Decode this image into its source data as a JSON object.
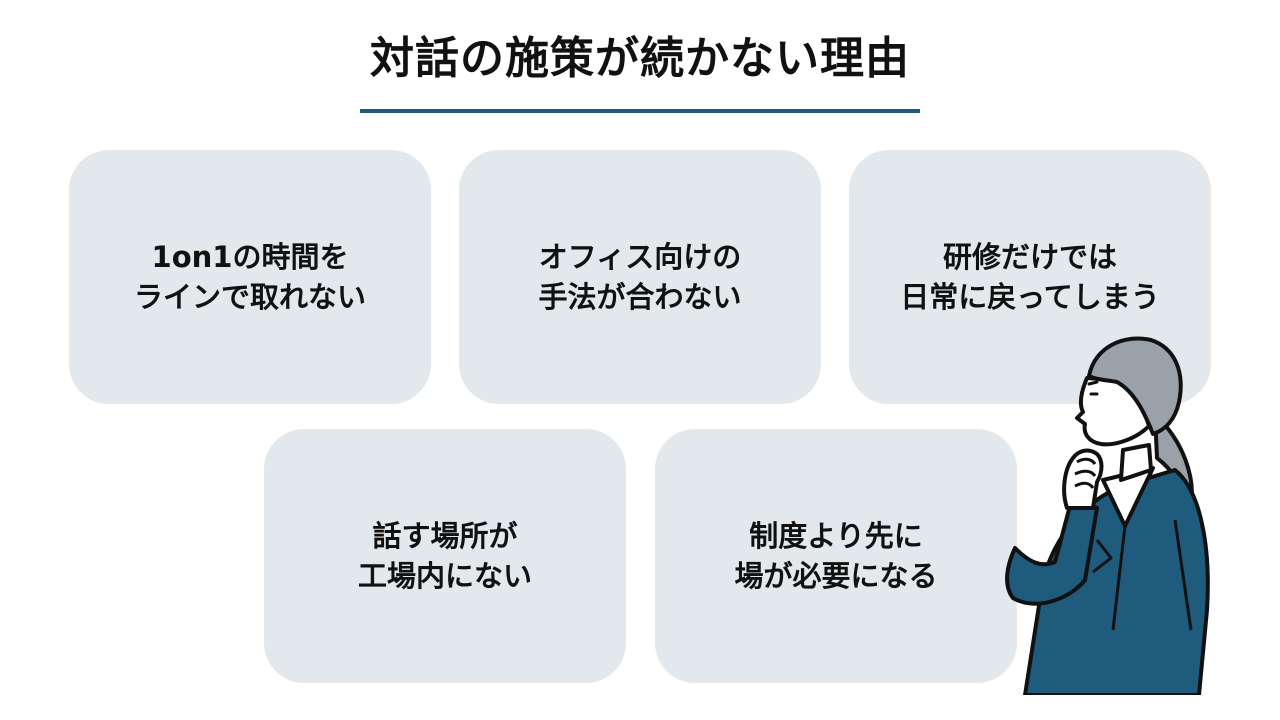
{
  "title": "対話の施策が続かない理由",
  "cards": [
    {
      "line1": "1on1の時間を",
      "line2": "ラインで取れない"
    },
    {
      "line1": "オフィス向けの",
      "line2": "手法が合わない"
    },
    {
      "line1": "研修だけでは",
      "line2": "日常に戻ってしまう"
    },
    {
      "line1": "話す場所が",
      "line2": "工場内にない"
    },
    {
      "line1": "制度より先に",
      "line2": "場が必要になる"
    }
  ],
  "colors": {
    "accent": "#1f5b7c",
    "card_bg": "#e2e8eb",
    "jacket": "#1f5b7c",
    "hair": "#9ba1a8"
  }
}
